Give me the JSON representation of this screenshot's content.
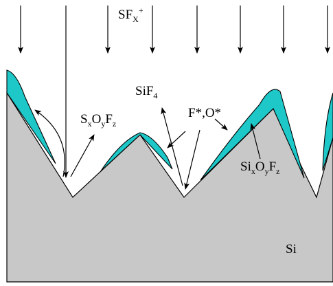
{
  "colors": {
    "silicon": "#c8c8c8",
    "passivation": "#1ec8c8",
    "line": "#000000",
    "background": "#ffffff"
  },
  "labels": {
    "ion": {
      "base": "SF",
      "sub": "X",
      "sup": "+"
    },
    "sif4": {
      "base": "SiF",
      "sub": "4"
    },
    "sxoyfz": {
      "s": "S",
      "x": "x",
      "o": "O",
      "y": "y",
      "f": "F",
      "z": "z"
    },
    "radicals": "F*,O*",
    "sixoyfz": {
      "si": "Si",
      "x": "x",
      "o": "O",
      "y": "y",
      "f": "F",
      "z": "z"
    },
    "substrate": "Si"
  }
}
